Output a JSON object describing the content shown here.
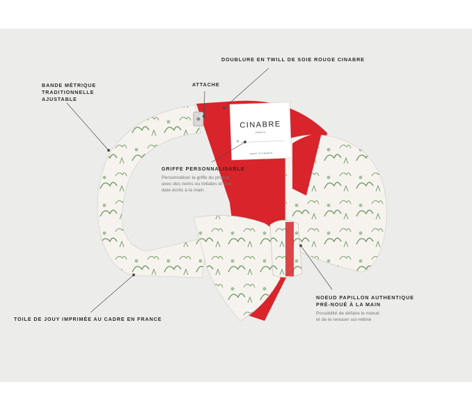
{
  "label_tag": {
    "brand": "CINABRE",
    "city": "PARIS",
    "field_initial": "H",
    "made_in": "MADE IN FRANCE"
  },
  "callouts": {
    "doublure": {
      "title": "DOUBLURE EN TWILL DE SOIE ROUGE CINABRE"
    },
    "attache": {
      "title": "ATTACHE"
    },
    "bande": {
      "title": "BANDE MÉTRIQUE\nTRADITIONNELLE\nAJUSTABLE"
    },
    "griffe": {
      "title": "GRIFFE PERSONNALISABLE",
      "desc": "Personnaliser la griffe du produit\navec des noms ou initiales et une\ndate écrits à la main"
    },
    "noeud": {
      "title": "NOEUD PAPILLON AUTHENTIQUE\nPRÉ-NOUÉ À LA MAIN",
      "desc": "Possibilité de défaire le noeud\net de le renouer soi-même"
    },
    "toile": {
      "title": "TOILE DE JOUY IMPRIMÉE AU CADRE EN FRANCE"
    }
  },
  "colors": {
    "background": "#ececeb",
    "silk_red": "#d8242a",
    "toile_white": "#f6f3ef",
    "toile_green": "#6f9a63"
  }
}
